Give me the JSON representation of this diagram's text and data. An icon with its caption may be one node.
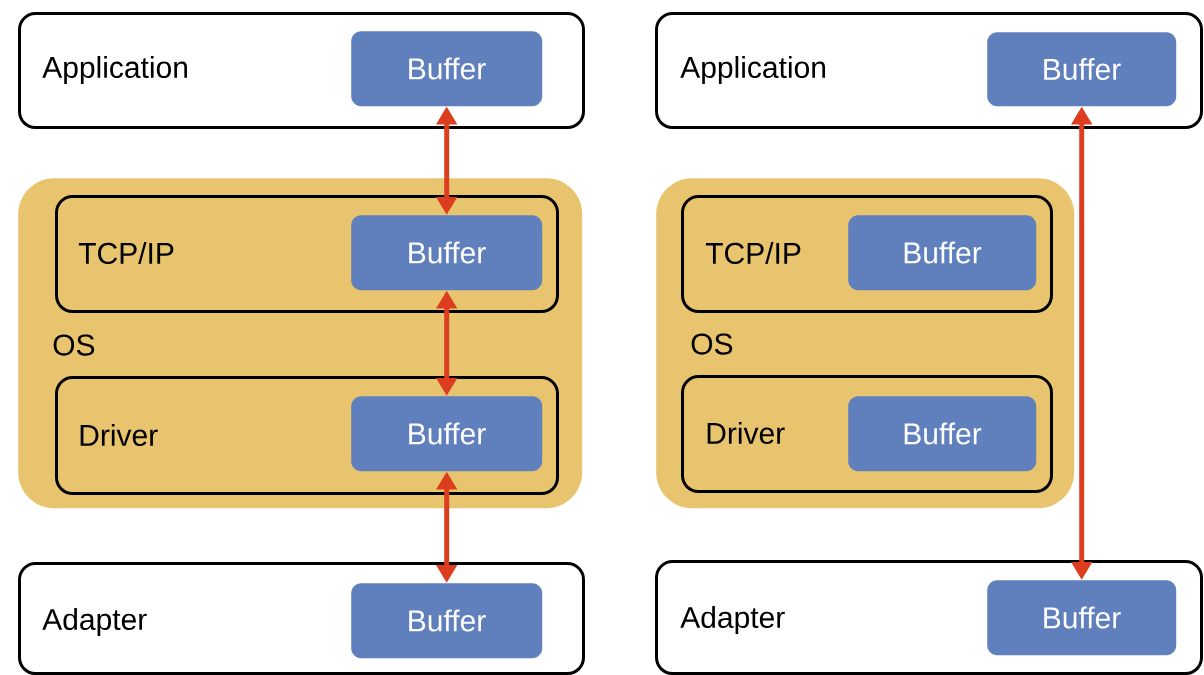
{
  "diagram": {
    "nodes": [
      {
        "text": [
          "Application"
        ]
      },
      {
        "text": [
          "Buffer"
        ],
        "in": 0
      },
      {
        "text": [
          "OS"
        ]
      },
      {
        "text": [
          "TCP/IP"
        ],
        "in": 2
      },
      {
        "text": [
          "Buffer"
        ],
        "in": 3
      },
      {
        "text": [
          "Driver"
        ],
        "in": 2
      },
      {
        "text": [
          "Buffer"
        ],
        "in": 5
      },
      {
        "text": [
          "Adapter"
        ]
      },
      {
        "text": [
          "Buffer"
        ],
        "in": 7
      },
      {
        "text": [
          "Application"
        ]
      },
      {
        "text": [
          "Buffer"
        ],
        "in": 9
      },
      {
        "text": [
          "OS"
        ]
      },
      {
        "text": [
          "TCP/IP"
        ],
        "in": 11
      },
      {
        "text": [
          "Buffer"
        ],
        "in": 12
      },
      {
        "text": [
          "Driver"
        ],
        "in": 11
      },
      {
        "text": [
          "Buffer"
        ],
        "in": 14
      },
      {
        "text": [
          "Adapter"
        ]
      },
      {
        "text": [
          "Buffer"
        ],
        "in": 16
      }
    ],
    "edges": [
      {
        "from": 1,
        "to": 4,
        "arrow": "both"
      },
      {
        "from": 4,
        "to": 6,
        "arrow": "both"
      },
      {
        "from": 6,
        "to": 8,
        "arrow": "both"
      },
      {
        "from": 10,
        "to": 17,
        "arrow": "both"
      }
    ]
  }
}
